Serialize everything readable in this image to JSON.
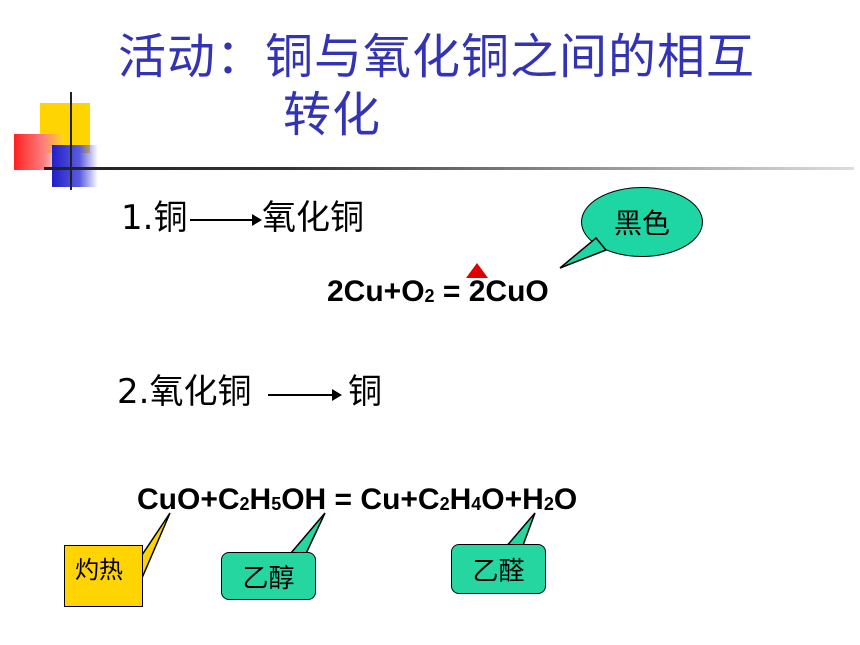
{
  "title": {
    "line1": "活动：铜与氧化铜之间的相互",
    "line2": "转化"
  },
  "step1": {
    "number": "1.",
    "from": "铜",
    "to": "氧化铜"
  },
  "equation1": {
    "left": "2Cu+O",
    "o_sub": "2",
    "sign": " = ",
    "right": "2CuO",
    "condition_icon": "heating-triangle-icon"
  },
  "callouts": {
    "black_color": "黑色",
    "heat": "灼热",
    "ethanol": "乙醇",
    "acetaldehyde": "乙醛"
  },
  "step2": {
    "number": "2.",
    "from": "氧化铜",
    "to": "铜"
  },
  "equation2": {
    "p1": "CuO+C",
    "s1": "2",
    "p2": "H",
    "s2": "5",
    "p3": "OH = Cu+C",
    "s3": "2",
    "p4": "H",
    "s4": "4",
    "p5": "O+H",
    "s5": "2",
    "p6": "O"
  },
  "colors": {
    "title": "#3333b5",
    "callout_green": "#26d6a1",
    "callout_yellow": "#ffd400",
    "triangle": "#e00000"
  }
}
